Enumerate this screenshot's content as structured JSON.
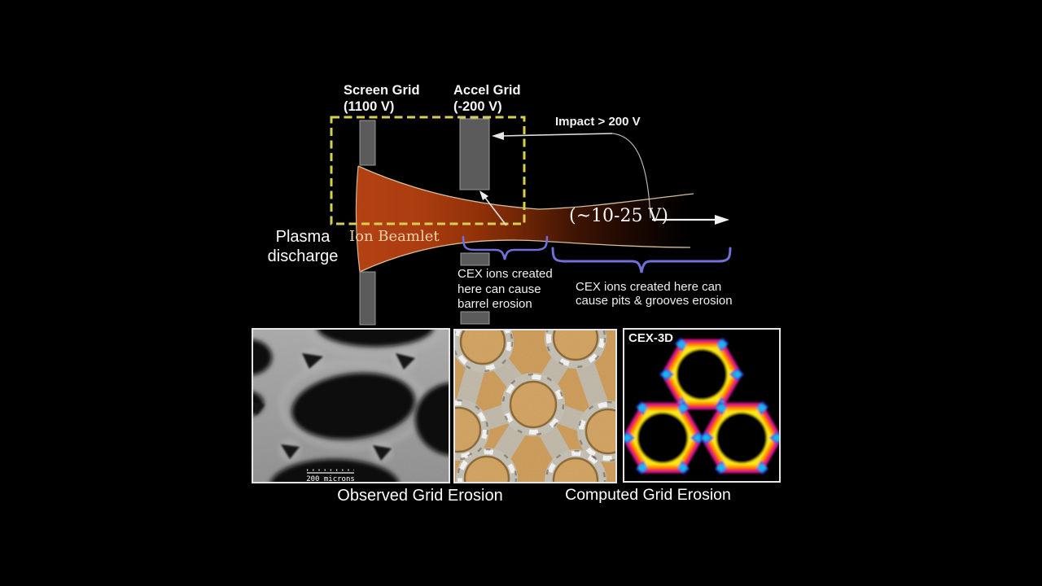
{
  "diagram": {
    "screen_grid_line1": "Screen Grid",
    "screen_grid_line2": "(1100 V)",
    "accel_grid_line1": "Accel Grid",
    "accel_grid_line2": "(-200 V)",
    "impact_label": "Impact > 200 V",
    "plasma_line1": "Plasma",
    "plasma_line2": "discharge",
    "ion_beamlet_label": "Ion Beamlet",
    "beam_potential_label": "(~10-25 V)",
    "barrel_note_line1": "CEX ions created",
    "barrel_note_line2": "here can cause",
    "barrel_note_line3": "barrel erosion",
    "pits_note_line1": "CEX ions created here can",
    "pits_note_line2": "cause pits & grooves erosion"
  },
  "panels": {
    "sem_scale_label": "200 microns",
    "cex3d_label": "CEX-3D"
  },
  "captions": {
    "observed": "Observed Grid Erosion",
    "computed": "Computed Grid Erosion"
  },
  "colors": {
    "background": "#000000",
    "dashed_box_yellow": "#d6d04e",
    "beam_orange": "#b34113",
    "beam_rim": "#dcc9a4",
    "grid_gray": "#5b5b5b",
    "brace_blue": "#7070d8",
    "optical_tan": "#cb9a57",
    "optical_silver": "#c3beb2",
    "heatmap_yellow": "#ffe818",
    "heatmap_red": "#ff3a00",
    "heatmap_magenta": "#d4148c",
    "heatmap_cyan": "#19b8f0",
    "heatmap_blue": "#2734d8"
  }
}
